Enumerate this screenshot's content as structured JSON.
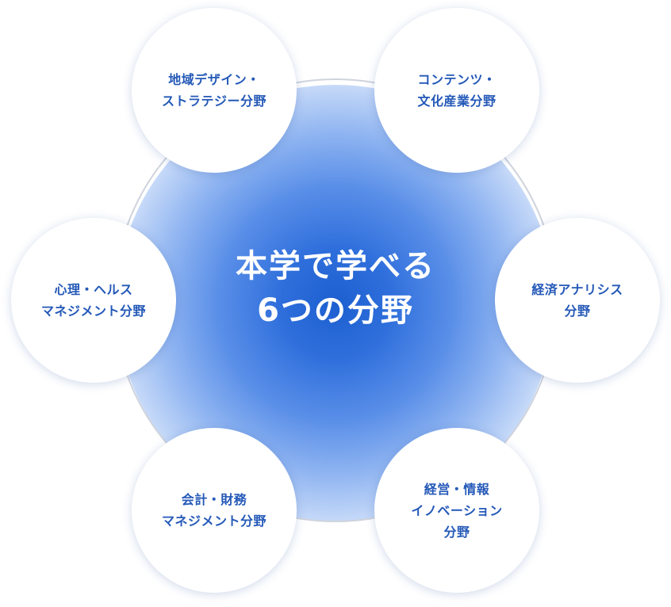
{
  "center": {
    "line1": "本学で学べる",
    "line2": "6つの分野"
  },
  "nodes": [
    {
      "lines": [
        "地域デザイン・",
        "ストラテジー分野"
      ]
    },
    {
      "lines": [
        "コンテンツ・",
        "文化産業分野"
      ]
    },
    {
      "lines": [
        "経済アナリシス",
        "分野"
      ]
    },
    {
      "lines": [
        "経営・情報",
        "イノベーション",
        "分野"
      ]
    },
    {
      "lines": [
        "会計・財務",
        "マネジメント分野"
      ]
    },
    {
      "lines": [
        "心理・ヘルス",
        "マネジメント分野"
      ]
    }
  ],
  "colors": {
    "node_text": "#2459b8",
    "center_text": "#ffffff",
    "glow_core": "#1d5fd0",
    "ring": "#cfd3dc"
  }
}
